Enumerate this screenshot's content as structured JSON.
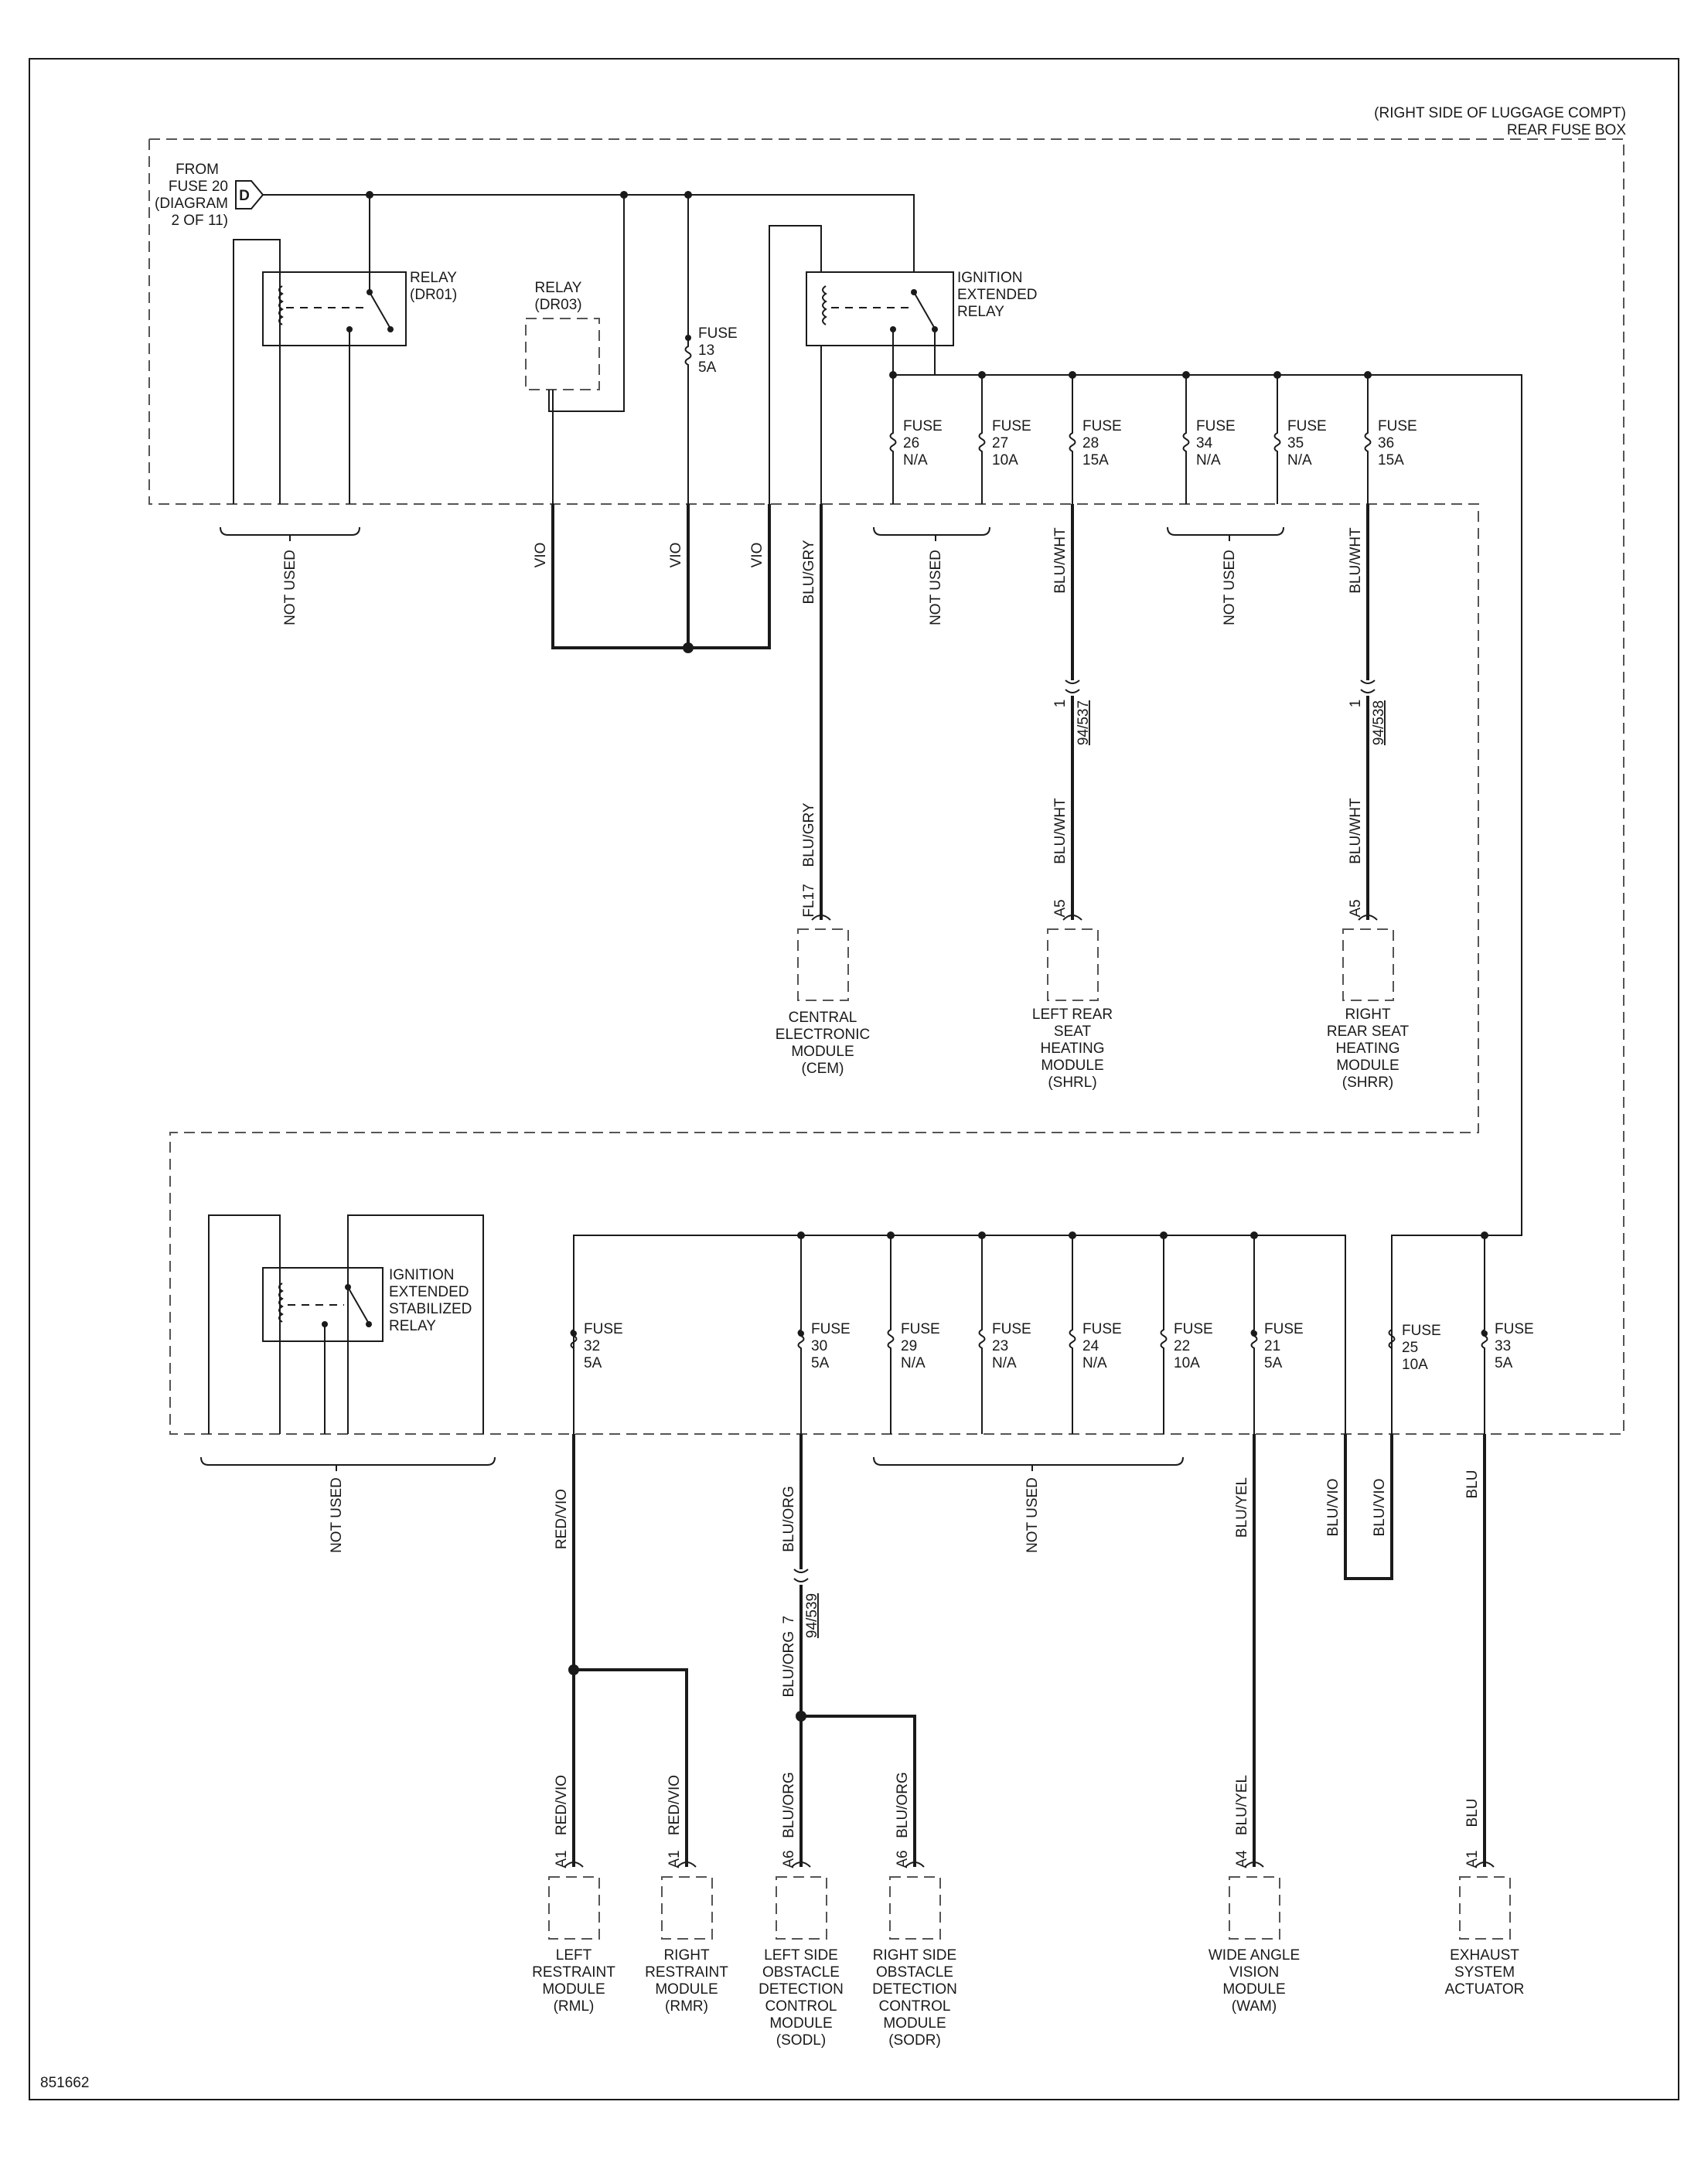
{
  "figure_id": "851662",
  "fuse_box": {
    "line1": "(RIGHT SIDE OF LUGGAGE COMPT)",
    "line2": "REAR FUSE BOX"
  },
  "source": {
    "line1": "FROM",
    "line2": "FUSE 20",
    "line3": "(DIAGRAM",
    "line4": "2 OF 11)",
    "connector": "D"
  },
  "relays": {
    "dr01": {
      "line1": "RELAY",
      "line2": "(DR01)"
    },
    "dr03": {
      "line1": "RELAY",
      "line2": "(DR03)"
    },
    "ign_ext": {
      "line1": "IGNITION",
      "line2": "EXTENDED",
      "line3": "RELAY"
    },
    "ign_stab": {
      "line1": "IGNITION",
      "line2": "EXTENDED",
      "line3": "STABILIZED",
      "line4": "RELAY"
    }
  },
  "fuses": [
    {
      "id": "f13",
      "l1": "FUSE",
      "l2": "13",
      "l3": "5A"
    },
    {
      "id": "f26",
      "l1": "FUSE",
      "l2": "26",
      "l3": "N/A"
    },
    {
      "id": "f27",
      "l1": "FUSE",
      "l2": "27",
      "l3": "10A"
    },
    {
      "id": "f28",
      "l1": "FUSE",
      "l2": "28",
      "l3": "15A"
    },
    {
      "id": "f34",
      "l1": "FUSE",
      "l2": "34",
      "l3": "N/A"
    },
    {
      "id": "f35",
      "l1": "FUSE",
      "l2": "35",
      "l3": "N/A"
    },
    {
      "id": "f36",
      "l1": "FUSE",
      "l2": "36",
      "l3": "15A"
    },
    {
      "id": "f32",
      "l1": "FUSE",
      "l2": "32",
      "l3": "5A"
    },
    {
      "id": "f30",
      "l1": "FUSE",
      "l2": "30",
      "l3": "5A"
    },
    {
      "id": "f29",
      "l1": "FUSE",
      "l2": "29",
      "l3": "N/A"
    },
    {
      "id": "f23",
      "l1": "FUSE",
      "l2": "23",
      "l3": "N/A"
    },
    {
      "id": "f24",
      "l1": "FUSE",
      "l2": "24",
      "l3": "N/A"
    },
    {
      "id": "f22",
      "l1": "FUSE",
      "l2": "22",
      "l3": "10A"
    },
    {
      "id": "f21",
      "l1": "FUSE",
      "l2": "21",
      "l3": "5A"
    },
    {
      "id": "f25",
      "l1": "FUSE",
      "l2": "25",
      "l3": "10A"
    },
    {
      "id": "f33",
      "l1": "FUSE",
      "l2": "33",
      "l3": "5A"
    }
  ],
  "not_used": "NOT USED",
  "wires": {
    "vio": "VIO",
    "blu_gry": "BLU/GRY",
    "blu_wht": "BLU/WHT",
    "red_vio": "RED/VIO",
    "blu_org": "BLU/ORG",
    "blu_yel": "BLU/YEL",
    "blu_vio": "BLU/VIO",
    "blu": "BLU"
  },
  "connectors": {
    "c537": {
      "pin": "1",
      "id": "94/537"
    },
    "c538": {
      "pin": "1",
      "id": "94/538"
    },
    "c539": {
      "pin": "7",
      "id": "94/539"
    }
  },
  "pins": {
    "fl17": "FL17",
    "a5": "A5",
    "a1": "A1",
    "a6": "A6",
    "a4": "A4"
  },
  "modules": {
    "cem": [
      "CENTRAL",
      "ELECTRONIC",
      "MODULE",
      "(CEM)"
    ],
    "shrl": [
      "LEFT REAR",
      "SEAT",
      "HEATING",
      "MODULE",
      "(SHRL)"
    ],
    "shrr": [
      "RIGHT",
      "REAR SEAT",
      "HEATING",
      "MODULE",
      "(SHRR)"
    ],
    "rml": [
      "LEFT",
      "RESTRAINT",
      "MODULE",
      "(RML)"
    ],
    "rmr": [
      "RIGHT",
      "RESTRAINT",
      "MODULE",
      "(RMR)"
    ],
    "sodl": [
      "LEFT SIDE",
      "OBSTACLE",
      "DETECTION",
      "CONTROL",
      "MODULE",
      "(SODL)"
    ],
    "sodr": [
      "RIGHT SIDE",
      "OBSTACLE",
      "DETECTION",
      "CONTROL",
      "MODULE",
      "(SODR)"
    ],
    "wam": [
      "WIDE ANGLE",
      "VISION",
      "MODULE",
      "(WAM)"
    ],
    "exhaust": [
      "EXHAUST",
      "SYSTEM",
      "ACTUATOR"
    ]
  }
}
